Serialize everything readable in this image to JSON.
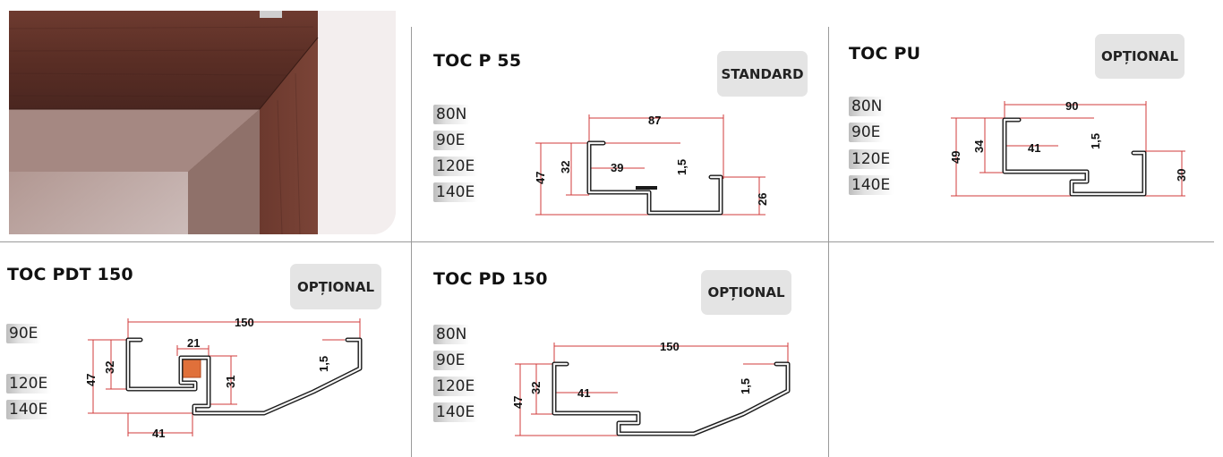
{
  "panels": {
    "toc_p55": {
      "title": "TOC P 55",
      "badge": "STANDARD",
      "sizes": [
        "80N",
        "90E",
        "120E",
        "140E"
      ],
      "dims": {
        "d87": "87",
        "d47": "47",
        "d32": "32",
        "d39": "39",
        "d15": "1,5",
        "d26": "26"
      }
    },
    "toc_pu": {
      "title": "TOC PU",
      "badge": "OPȚIONAL",
      "sizes": [
        "80N",
        "90E",
        "120E",
        "140E"
      ],
      "dims": {
        "d90": "90",
        "d49": "49",
        "d34": "34",
        "d41": "41",
        "d15": "1,5",
        "d30": "30"
      }
    },
    "toc_pdt150": {
      "title": "TOC PDT 150",
      "badge": "OPȚIONAL",
      "sizes": [
        "90E",
        "120E",
        "140E"
      ],
      "dims": {
        "d150": "150",
        "d47": "47",
        "d32": "32",
        "d21": "21",
        "d31": "31",
        "d15": "1,5",
        "d41": "41"
      }
    },
    "toc_pd150": {
      "title": "TOC PD 150",
      "badge": "OPȚIONAL",
      "sizes": [
        "80N",
        "90E",
        "120E",
        "140E"
      ],
      "dims": {
        "d150": "150",
        "d47": "47",
        "d32": "32",
        "d41": "41",
        "d15": "1,5"
      }
    }
  },
  "colors": {
    "dimension_line": "#d23b3b",
    "profile": "#1a1a1a",
    "badge_bg": "#e4e4e4",
    "frame_wood": "#6b3a2e",
    "gasket": "#e0703a"
  }
}
